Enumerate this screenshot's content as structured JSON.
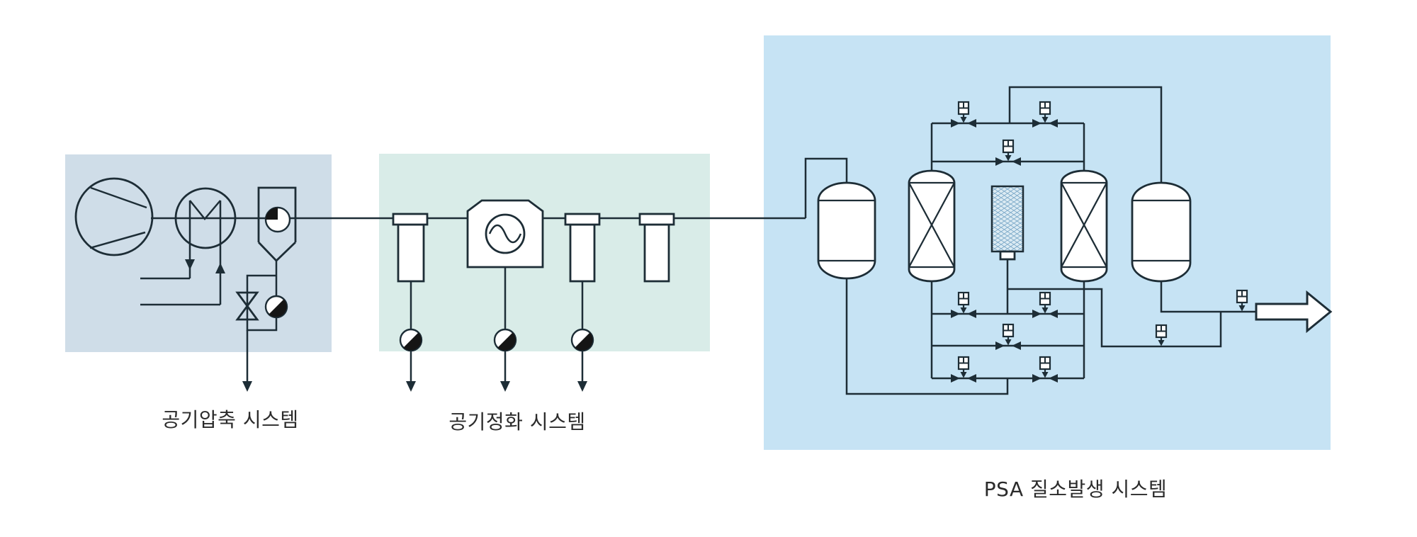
{
  "sections": {
    "compression": {
      "label": "공기압축 시스템",
      "box_color": "#cfdde8",
      "components": [
        "air-compressor-icon",
        "after-cooler-icon",
        "cooling-water-arrows",
        "moisture-separator-icon",
        "pressure-indicator-icon",
        "manual-drain-valve-icon",
        "auto-drain-icon",
        "drain-outlet-arrow"
      ]
    },
    "purification": {
      "label": "공기정화 시스템",
      "box_color": "#d9ece8",
      "components": [
        "line-filter-1-icon",
        "refrigerated-dryer-icon",
        "line-filter-2-icon",
        "line-filter-3-icon",
        "auto-drain-icon",
        "drain-outlet-arrows"
      ]
    },
    "psa": {
      "label": "PSA 질소발생 시스템",
      "box_color": "#c6e3f4",
      "components": [
        "air-buffer-tank",
        "adsorber-tower-a",
        "exhaust-silencer",
        "adsorber-tower-b",
        "nitrogen-product-tank",
        "solenoid-valve-icons",
        "nitrogen-outlet-arrow"
      ]
    }
  },
  "colors": {
    "line": "#1d2d36",
    "text": "#2b2b2b",
    "vessel_fill": "#ffffff",
    "hatch": "#7aa8c8",
    "hatch_bg": "#dcebf3",
    "indicator": "#151515",
    "background": "#ffffff"
  }
}
